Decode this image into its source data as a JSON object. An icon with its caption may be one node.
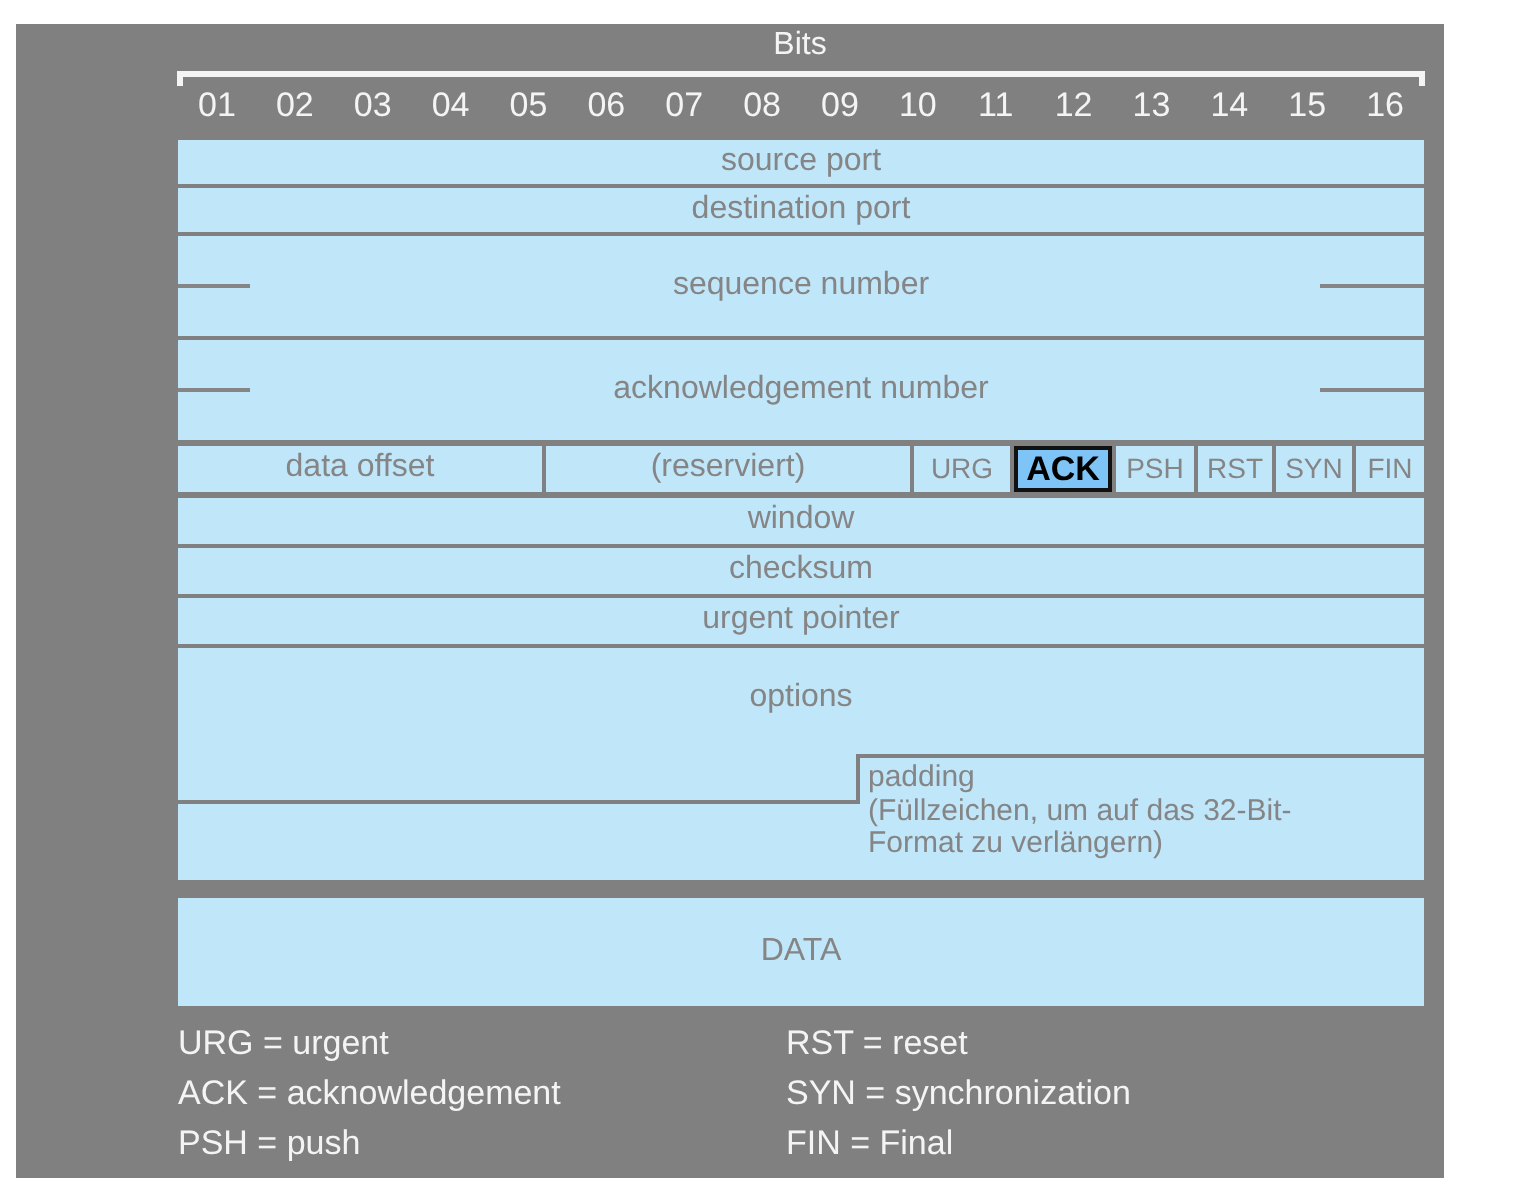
{
  "diagram": {
    "nodes": [
      {
        "text": [
          "source port"
        ]
      },
      {
        "text": [
          "destination port"
        ]
      },
      {
        "text": [
          "sequence number"
        ]
      },
      {
        "text": [
          "acknowledgement number"
        ]
      },
      {
        "text": [
          "data offset"
        ]
      },
      {
        "text": [
          "(reserviert)"
        ]
      },
      {
        "text": [
          "URG"
        ]
      },
      {
        "text": [
          "ACK"
        ]
      },
      {
        "text": [
          "PSH"
        ]
      },
      {
        "text": [
          "RST"
        ]
      },
      {
        "text": [
          "SYN"
        ]
      },
      {
        "text": [
          "FIN"
        ]
      },
      {
        "text": [
          "window"
        ]
      },
      {
        "text": [
          "checksum"
        ]
      },
      {
        "text": [
          "urgent pointer"
        ]
      },
      {
        "text": [
          "options"
        ]
      },
      {
        "text": [
          "padding",
          "(Füllzeichen, um auf das 32-Bit-Format zu verlängern)"
        ]
      },
      {
        "text": [
          "DATA"
        ]
      }
    ],
    "labels": [
      "Bits",
      "01",
      "02",
      "03",
      "04",
      "05",
      "06",
      "07",
      "08",
      "09",
      "10",
      "11",
      "12",
      "13",
      "14",
      "15",
      "16",
      "URG = urgent",
      "RST = reset",
      "ACK = acknowledgement",
      "SYN = synchronization",
      "PSH = push",
      "FIN = Final"
    ]
  }
}
